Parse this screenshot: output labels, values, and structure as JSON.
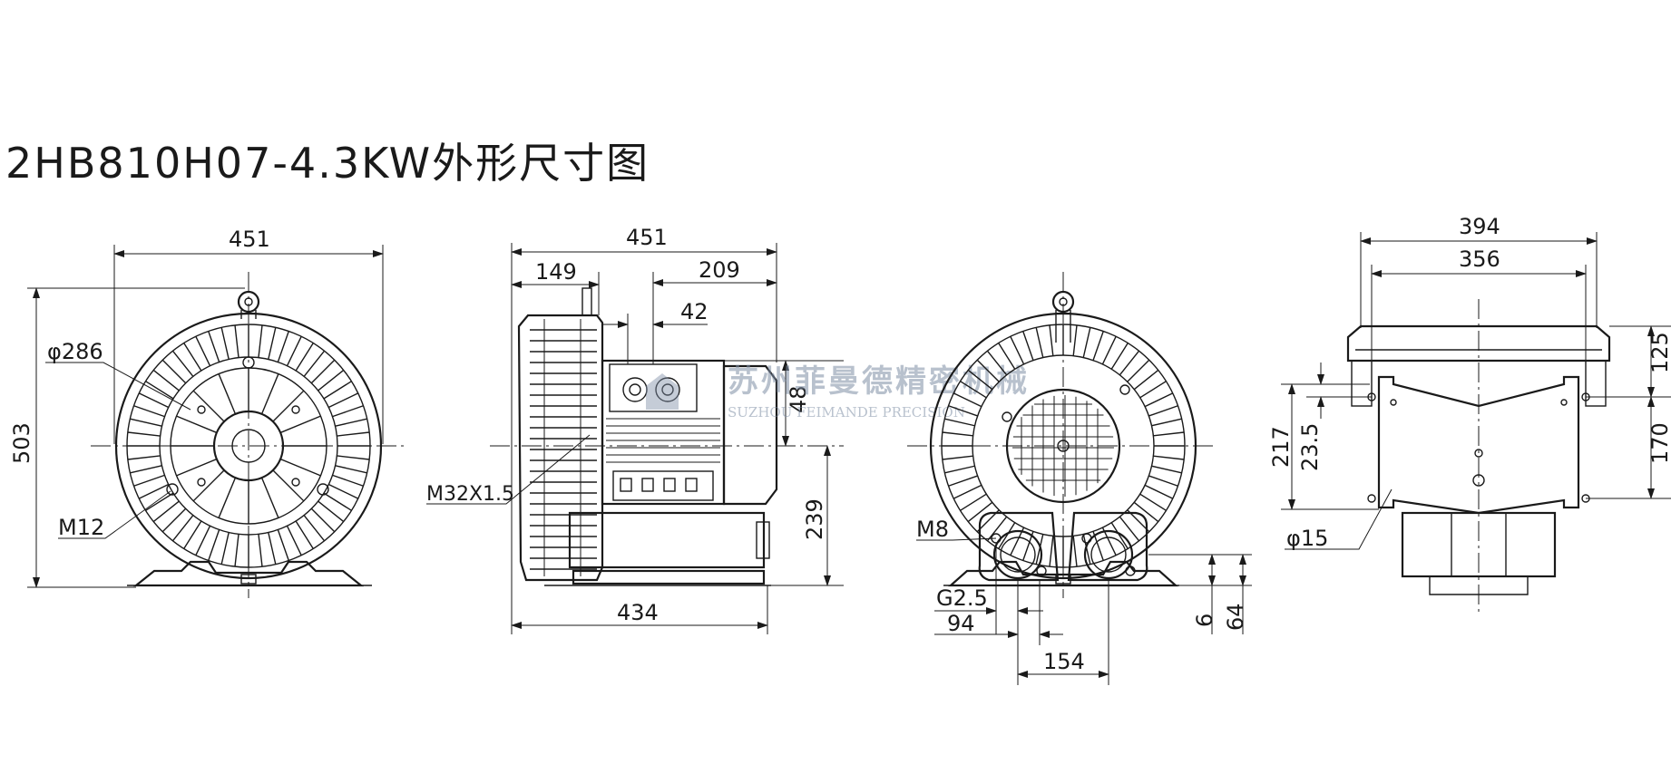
{
  "title": "2HB810H07-4.3KW外形尺寸图",
  "watermark": {
    "name_cn": "苏州菲曼德精密机械",
    "name_en": "SUZHOU FEIMANDE PRECISION",
    "color": "#7f8fa6"
  },
  "views": {
    "front": {
      "width_dim": "451",
      "height_dim": "503",
      "diameter_label": "φ286",
      "thread_label": "M12"
    },
    "side": {
      "overall_width": "451",
      "dim_149": "149",
      "dim_209": "209",
      "dim_42": "42",
      "dim_48": "48",
      "dim_239": "239",
      "base_length": "434",
      "cable_gland": "M32X1.5"
    },
    "rear": {
      "thread_label": "M8",
      "port_label": "G2.5",
      "dim_94": "94",
      "dim_154": "154",
      "dim_6": "6",
      "dim_64": "64"
    },
    "top": {
      "dim_394": "394",
      "dim_356": "356",
      "dim_125": "125",
      "dim_170": "170",
      "dim_217": "217",
      "dim_23_5": "23.5",
      "hole_label": "φ15"
    }
  }
}
